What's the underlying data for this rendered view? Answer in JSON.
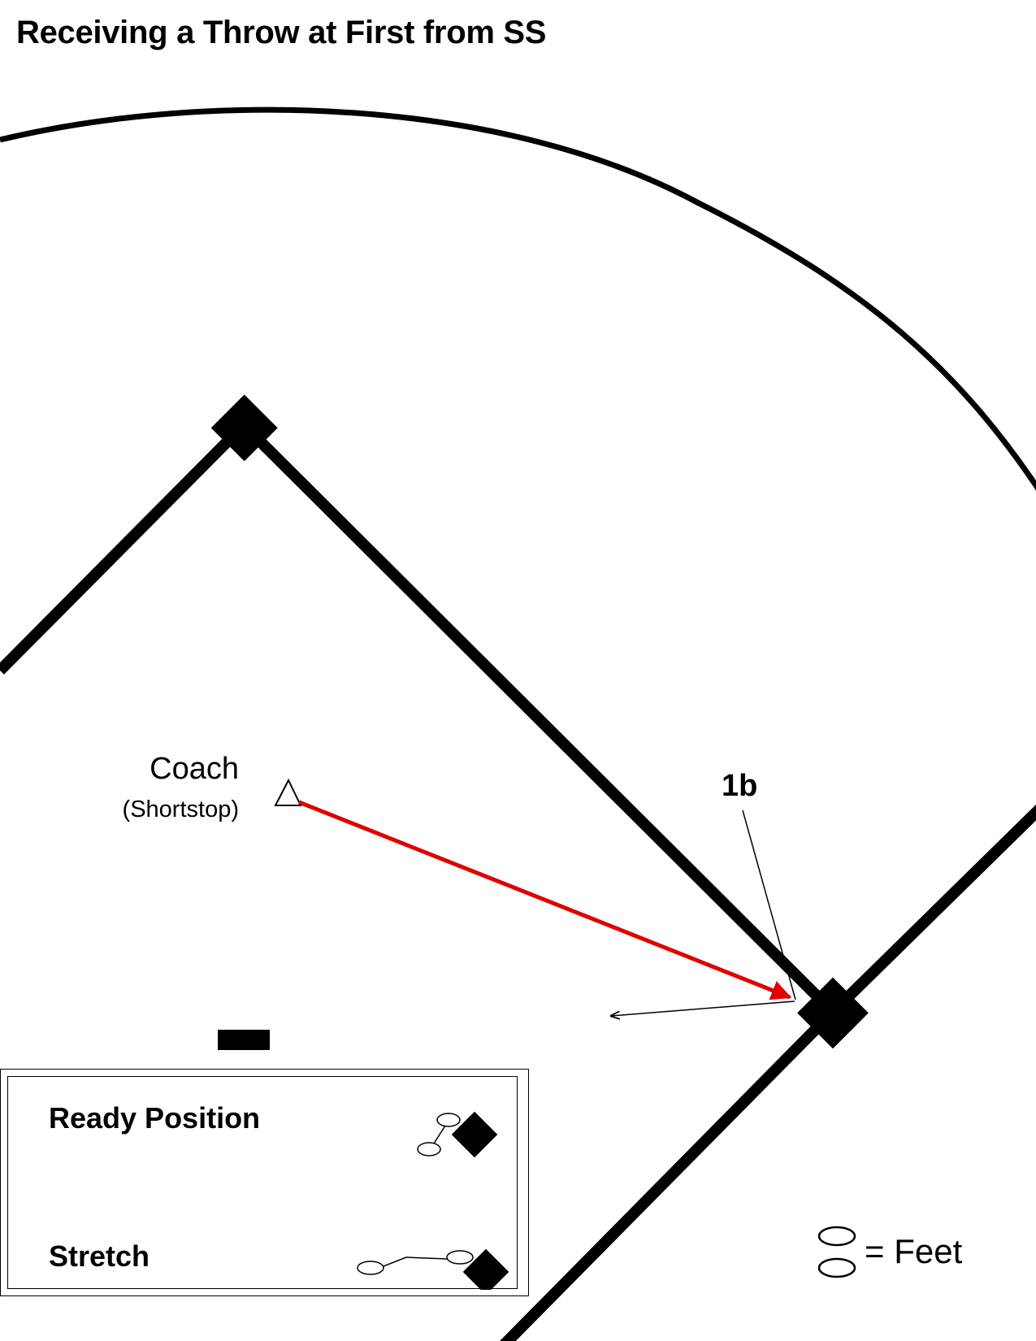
{
  "title": "Receiving a Throw at First from SS",
  "labels": {
    "coach": "Coach",
    "coach_sub": "(Shortstop)",
    "first_base": "1b"
  },
  "legend": {
    "ready": "Ready Position",
    "stretch": "Stretch"
  },
  "feet_key": "= Feet",
  "colors": {
    "lines": "#000000",
    "throw": "#e00000"
  },
  "icons": {
    "coach_marker": "triangle-icon",
    "base": "diamond-icon",
    "feet": "oval-icon",
    "pitcher_rubber": "rectangle-icon"
  }
}
